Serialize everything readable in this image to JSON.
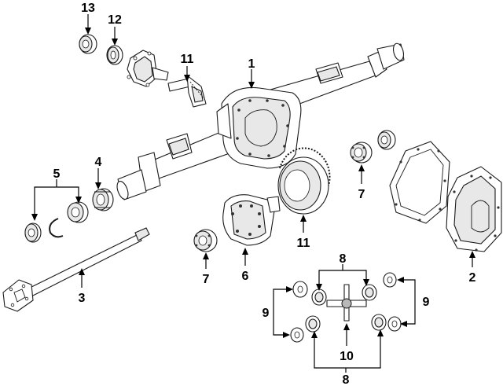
{
  "diagram": {
    "callouts": {
      "c1": "1",
      "c2": "2",
      "c3": "3",
      "c4": "4",
      "c5": "5",
      "c6": "6",
      "c7a": "7",
      "c7b": "7",
      "c8top": "8",
      "c8bottom": "8",
      "c9left": "9",
      "c9right": "9",
      "c10": "10",
      "c11a": "11",
      "c11b": "11",
      "c12": "12",
      "c13": "13"
    }
  }
}
